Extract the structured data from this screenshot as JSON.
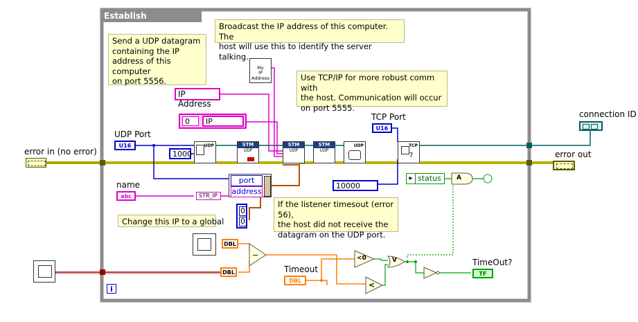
{
  "frame": {
    "title": "Establish communication",
    "index_glyph": "i"
  },
  "comments": {
    "udp_note": "Send a UDP datagram\ncontaining the IP\naddress of this computer\non port 5556.",
    "broadcast_note": "Broadcast the IP address of this computer.  The\nhost will use this to identify the server talking.",
    "tcp_note": "Use TCP/IP for more robust comm with\nthe host.  Communication will occur\non port 5555.",
    "listener_note": "If the listener timesout (error 56),\nthe host did not receive the\ndatagram on the UDP port.",
    "change_ip_note": "Change this IP to a  global"
  },
  "controls": {
    "error_in_label": "error in (no error)",
    "udp_port_label": "UDP Port",
    "udp_port_type": "U16",
    "name_label": "name",
    "name_type": "abc",
    "tcp_port_label": "TCP Port",
    "tcp_port_type": "U16",
    "timeout_label": "Timeout",
    "timeout_type": "DBL"
  },
  "indicators": {
    "connection_id_label": "connection ID",
    "error_out_label": "error out",
    "timeout_out_label": "TimeOut?",
    "timeout_out_type": "TF"
  },
  "constants": {
    "ip_address": "IP Address",
    "ip_index": "0",
    "ip_value": "IP",
    "udp_port_const": "1000",
    "tcp_timeout": "10000",
    "array_top": "0",
    "array_bottom": "0",
    "str_ip": "STR_IP",
    "dbl_1": "DBL",
    "dbl_2": "DBL",
    "less_zero": "<0",
    "less_than": "<",
    "or_gate": "V",
    "and_gate": "A"
  },
  "cluster": {
    "port_label": "port",
    "address_label": "address"
  },
  "unbundle": {
    "status_label": "status"
  },
  "subvis": {
    "my_ip": "My\nIP\nAddress",
    "udp_open": "UDP",
    "stm_1": "STM",
    "stm_1_sub": "UDP",
    "stm_2": "STM",
    "stm_2_sub": "UDP",
    "stm_3": "STM",
    "stm_3_sub": "UDP",
    "udp_close": "UDP",
    "tcp_listen": "TCP"
  },
  "colors": {
    "frame_gray": "#8c8c8c",
    "comment_bg": "#ffffcc",
    "error_wire": "#b8b000",
    "int_wire": "#0000cc",
    "string_wire": "#e000c8",
    "dbl_wire": "#ff7f00",
    "bool_wire": "#00a000",
    "refnum_wire": "#006060",
    "cluster_wire": "#b05000",
    "dark_red": "#990000"
  }
}
